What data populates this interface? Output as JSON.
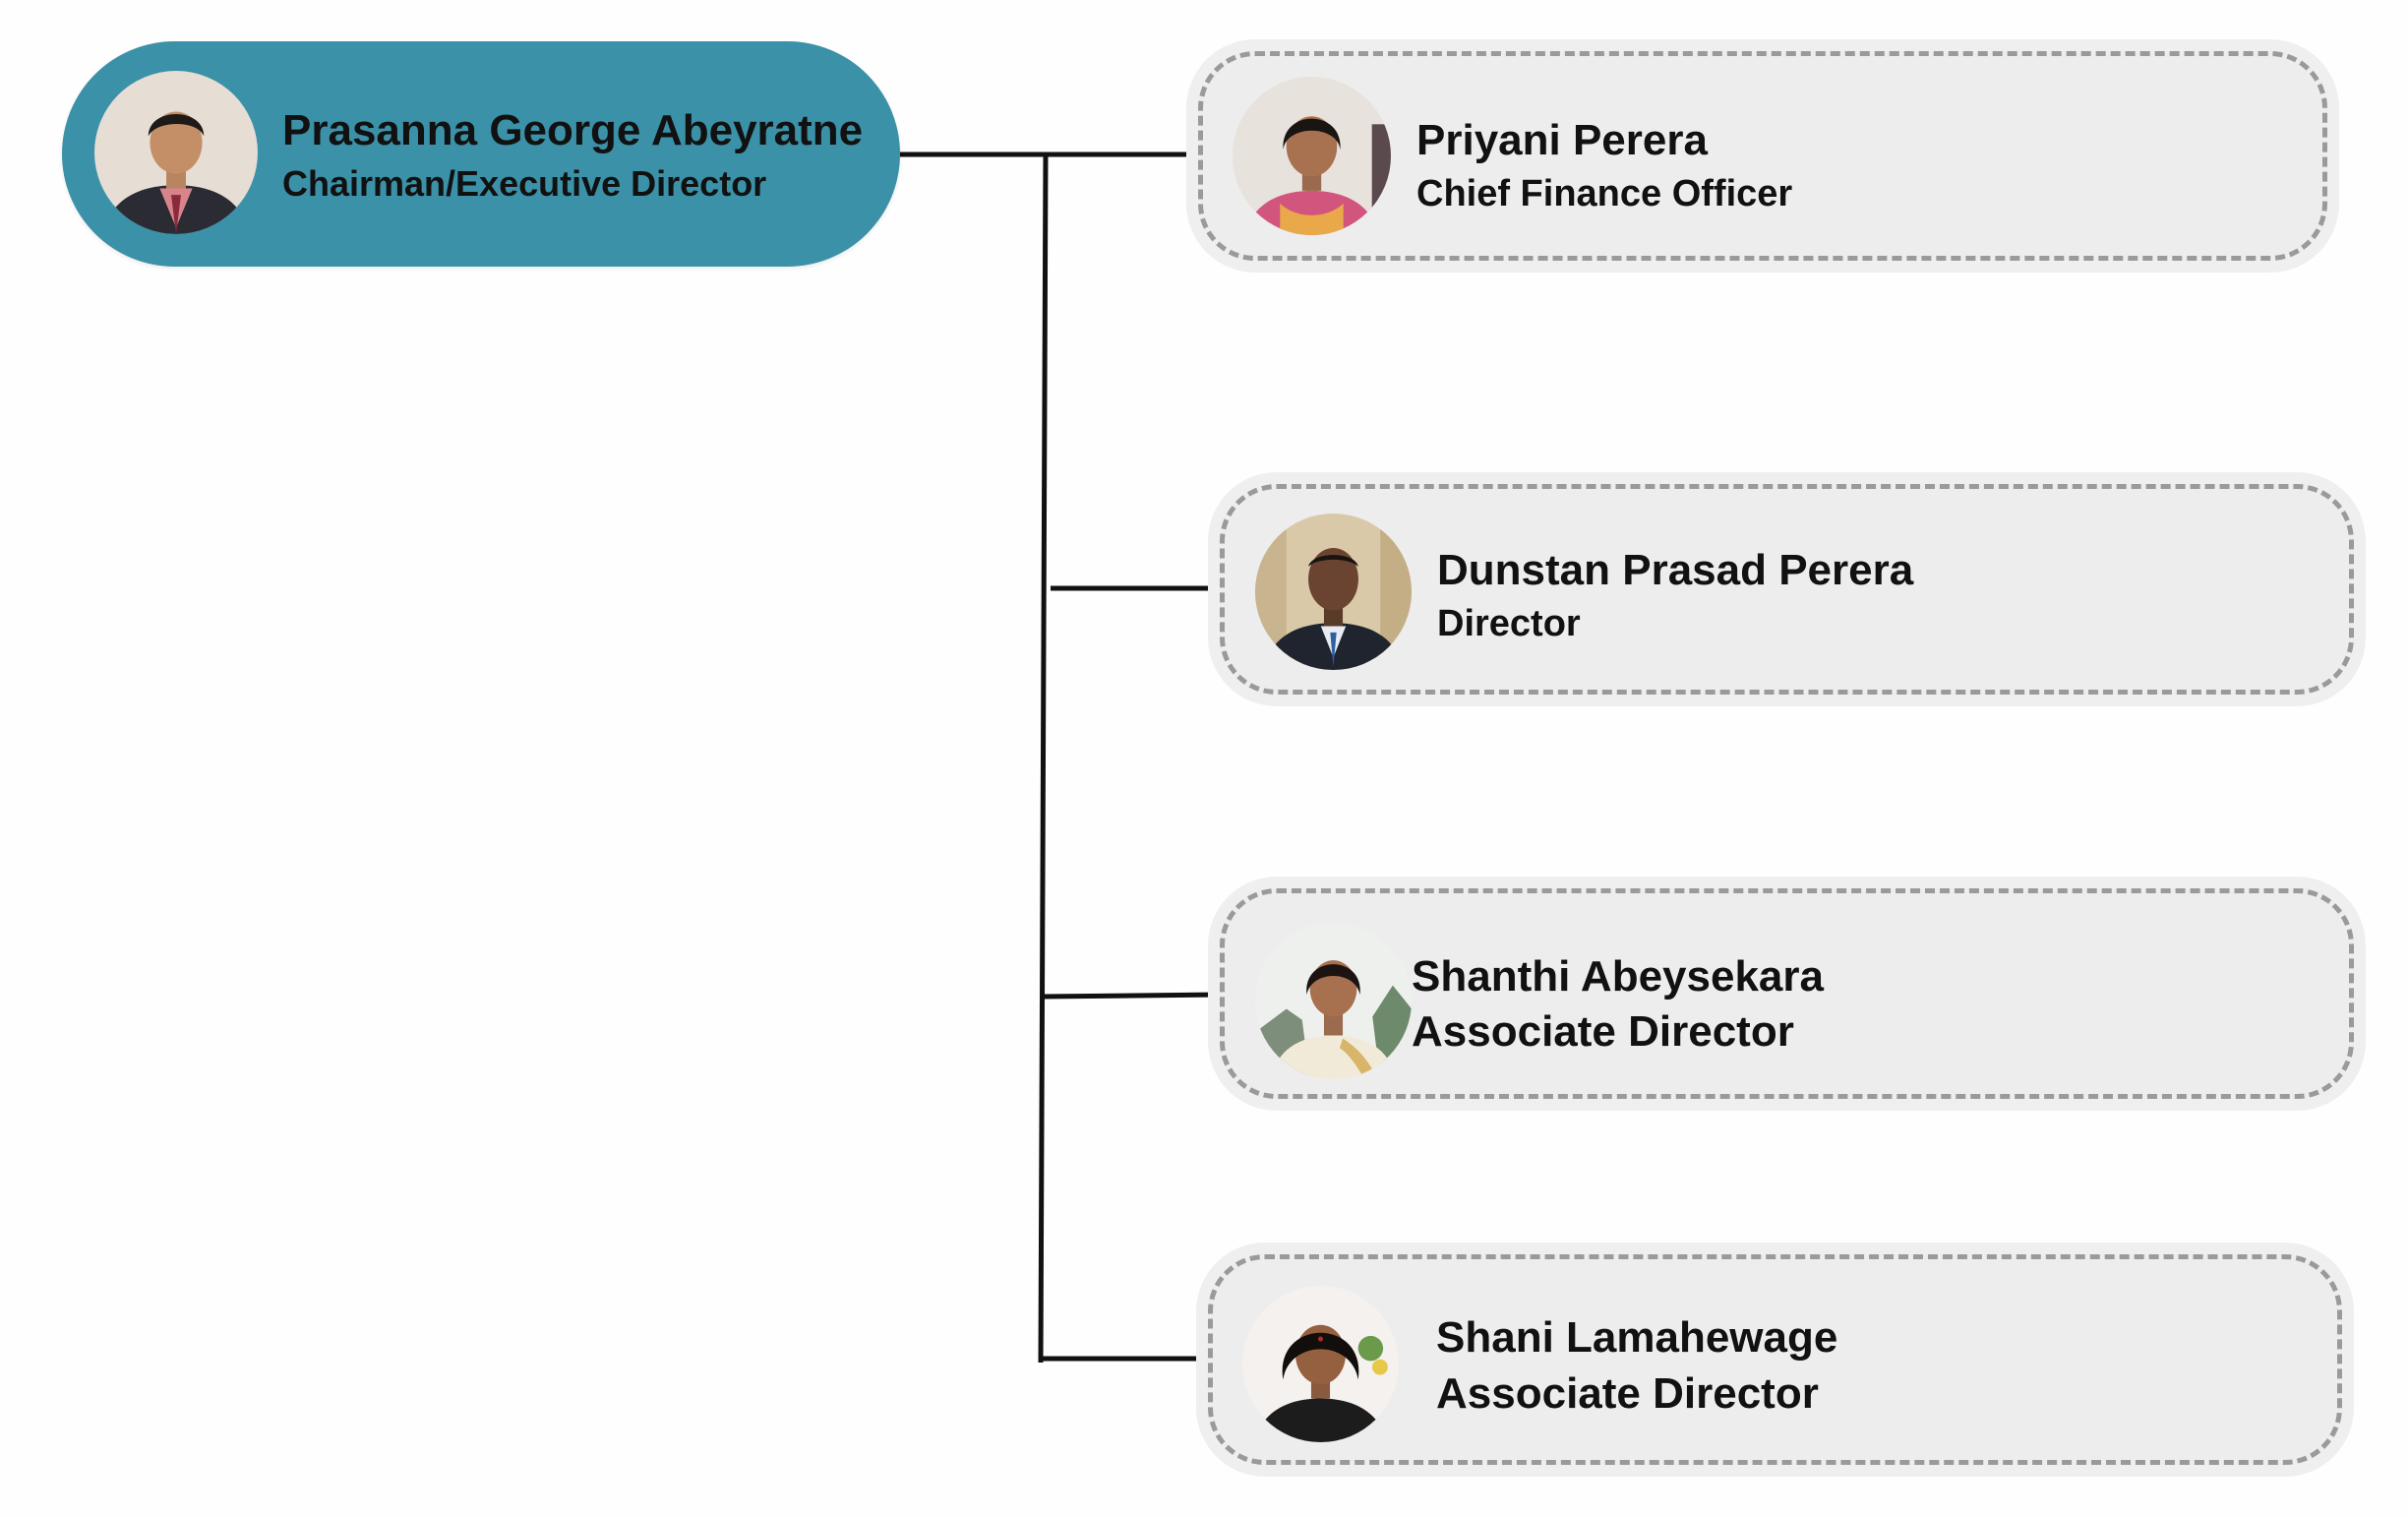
{
  "colors": {
    "root_fill": "#3b91a8",
    "child_fill": "#ededed",
    "child_border": "#9a9a9a",
    "connector": "#111111",
    "text": "#111111"
  },
  "root": {
    "name": "Prasanna George Abeyratne",
    "role": "Chairman/Executive Director",
    "avatar_icon": "person-photo-icon"
  },
  "members": [
    {
      "name": "Priyani Perera",
      "role": "Chief Finance Officer",
      "avatar_icon": "person-photo-icon"
    },
    {
      "name": "Dunstan Prasad Perera",
      "role": "Director",
      "avatar_icon": "person-photo-icon"
    },
    {
      "name": "Shanthi Abeysekara",
      "role": "Associate Director",
      "avatar_icon": "person-photo-icon"
    },
    {
      "name": "Shani Lamahewage",
      "role": "Associate Director",
      "avatar_icon": "person-photo-icon"
    }
  ]
}
